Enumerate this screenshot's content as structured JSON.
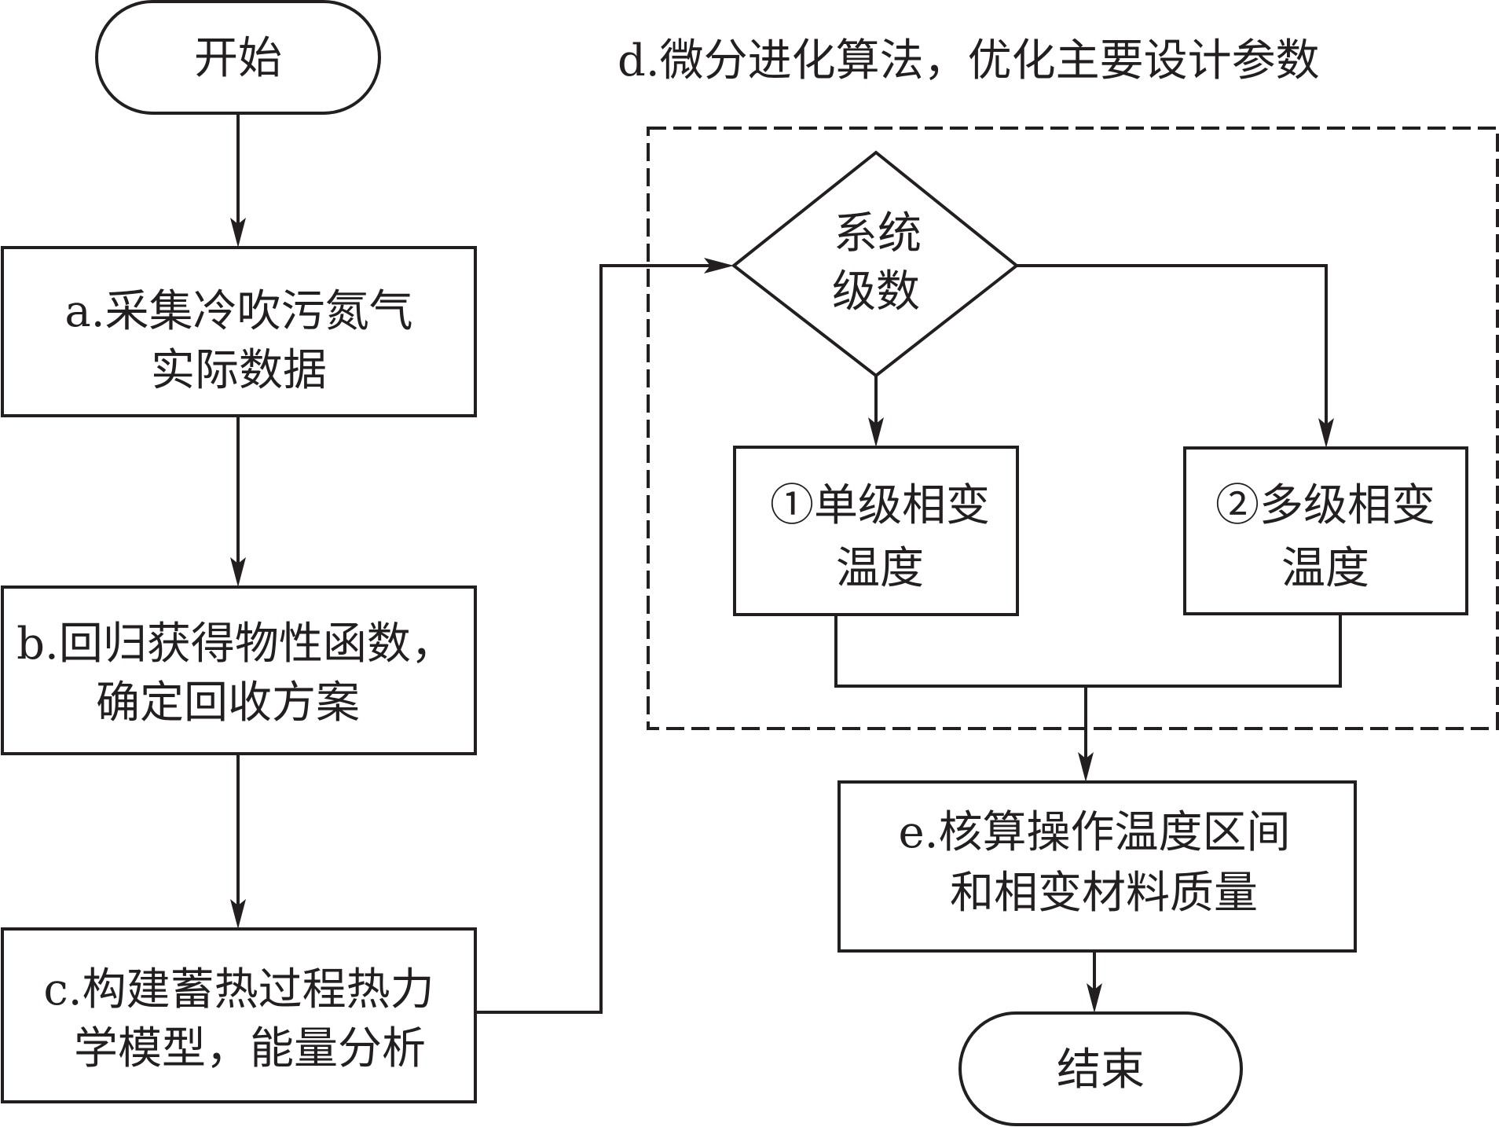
{
  "diagram": {
    "type": "flowchart",
    "colors": {
      "stroke": "#231f20",
      "background": "#ffffff",
      "text": "#231f20"
    },
    "start": {
      "label": "开始"
    },
    "end": {
      "label": "结束"
    },
    "steps": {
      "a": {
        "line1": "a.采集冷吹污氮气",
        "line2": "实际数据"
      },
      "b": {
        "line1": "b.回归获得物性函数，",
        "line2": "确定回收方案"
      },
      "c": {
        "line1": "c.构建蓄热过程热力",
        "line2": "学模型，能量分析"
      },
      "e": {
        "line1": "e.核算操作温度区间",
        "line2": "和相变材料质量"
      }
    },
    "group_d": {
      "title": "d.微分进化算法，优化主要设计参数",
      "decision": {
        "line1": "系统",
        "line2": "级数"
      },
      "option1": {
        "line1": "①单级相变",
        "line2": "温度"
      },
      "option2": {
        "line1": "②多级相变",
        "line2": "温度"
      }
    },
    "edges": [
      {
        "from": "start",
        "to": "a"
      },
      {
        "from": "a",
        "to": "b"
      },
      {
        "from": "b",
        "to": "c"
      },
      {
        "from": "c",
        "to": "decision"
      },
      {
        "from": "decision",
        "to": "option1"
      },
      {
        "from": "decision",
        "to": "option2"
      },
      {
        "from": "option1",
        "to": "e"
      },
      {
        "from": "option2",
        "to": "e"
      },
      {
        "from": "e",
        "to": "end"
      }
    ]
  }
}
